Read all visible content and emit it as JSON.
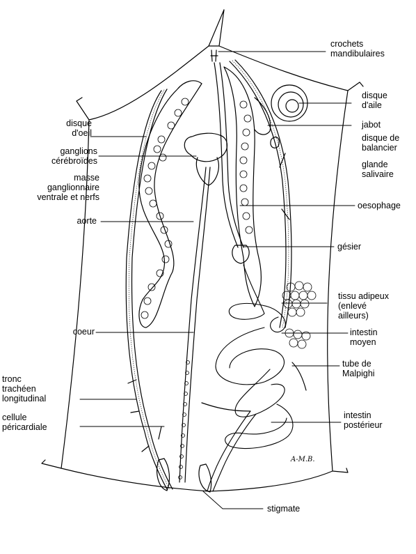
{
  "labels": {
    "crochets": "crochets\nmandibulaires",
    "disque_aile": "disque\nd'aile",
    "jabot": "jabot",
    "disque_balancier": "disque de\nbalancier",
    "glande": "glande\nsalivaire",
    "oesophage": "oesophage",
    "gesier": "gésier",
    "tissu": "tissu adipeux\n(enlevé\nailleurs)",
    "intestin_moyen": "intestin\nmoyen",
    "tube_malpighi": "tube de\nMalpighi",
    "intestin_posterieur": "intestin\npostérieur",
    "stigmate": "stigmate",
    "disque_oeil": "disque\nd'oeil",
    "ganglions": "ganglions\ncérébroïdes",
    "masse": "masse\nganglionnaire\nventrale et nerfs",
    "aorte": "aorte",
    "coeur": "coeur",
    "tronc": "tronc\ntrachéen\nlongitudinal",
    "cellule": "cellule\npéricardiale"
  },
  "signature": "A-M.B."
}
